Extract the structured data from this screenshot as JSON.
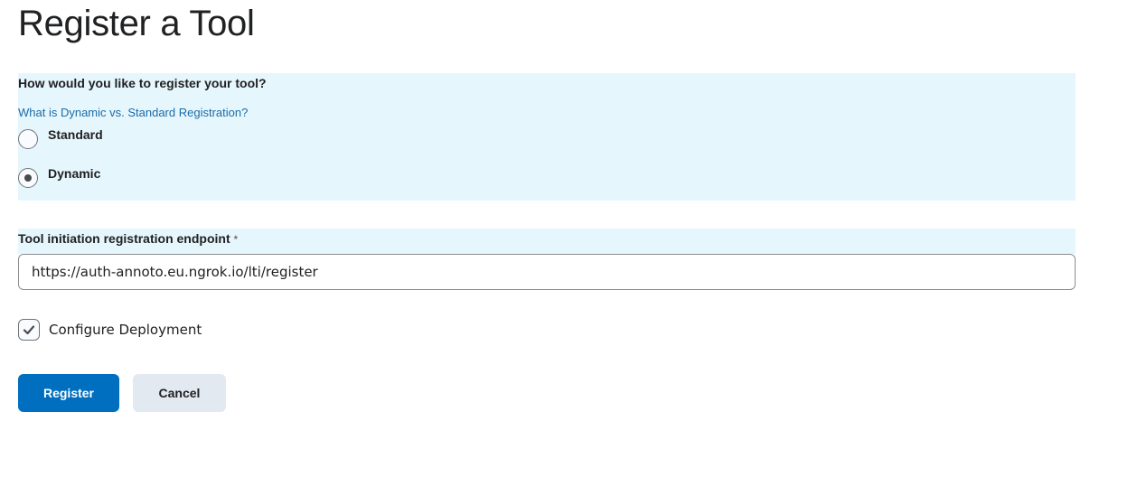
{
  "page": {
    "title": "Register a Tool"
  },
  "registration": {
    "question": "How would you like to register your tool?",
    "help_link": "What is Dynamic vs. Standard Registration?",
    "options": [
      {
        "label": "Standard",
        "selected": false
      },
      {
        "label": "Dynamic",
        "selected": true
      }
    ]
  },
  "endpoint": {
    "label": "Tool initiation registration endpoint",
    "required_marker": "*",
    "value": "https://auth-annoto.eu.ngrok.io/lti/register"
  },
  "deployment": {
    "label": "Configure Deployment",
    "checked": true
  },
  "actions": {
    "register_label": "Register",
    "cancel_label": "Cancel"
  },
  "colors": {
    "primary": "#006fbf",
    "panel": "#e6f6fd",
    "link": "#1a6ca8"
  }
}
